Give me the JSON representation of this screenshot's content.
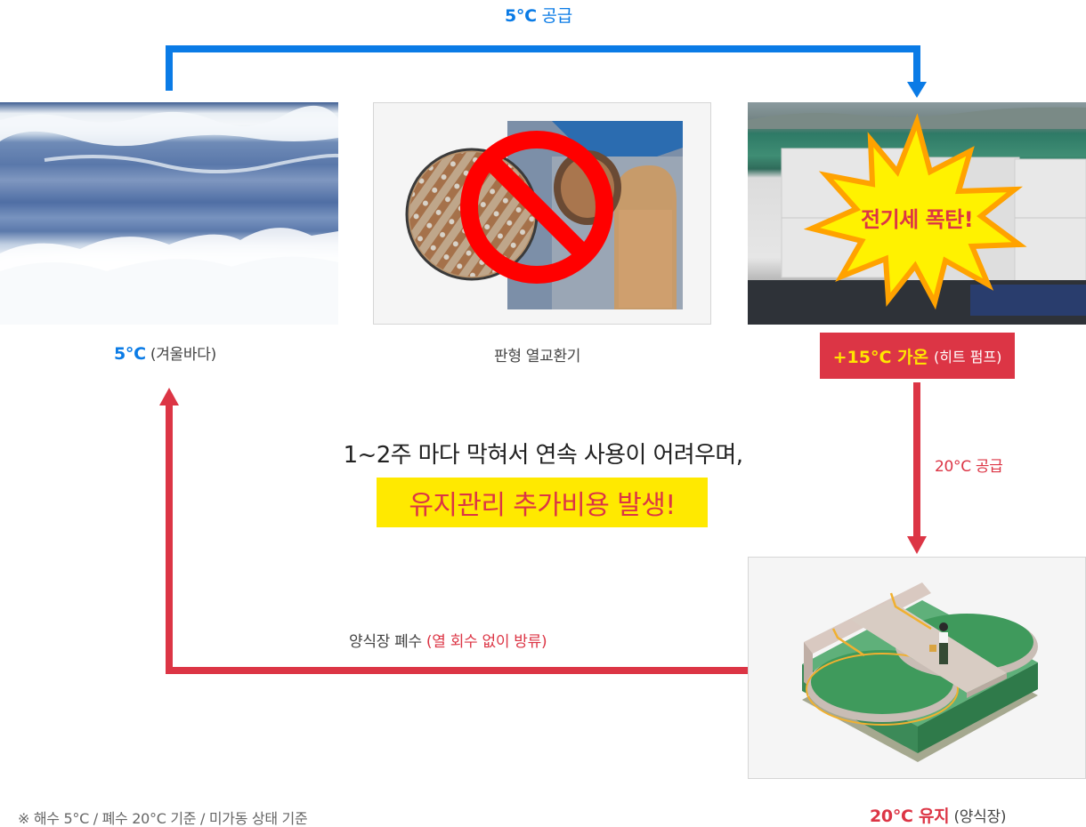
{
  "colors": {
    "supply_blue": "#0a7be6",
    "alert_red": "#dc3545",
    "highlight_yellow": "#ffe900",
    "burst_yellow": "#fff200",
    "burst_orange": "#ffa200"
  },
  "top_flow": {
    "label_value": "5°C",
    "label_text": "공급"
  },
  "nodes": {
    "seawater": {
      "image_icon": "ocean-waves-photo",
      "value": "5°C",
      "detail": "(겨울바다)"
    },
    "heat_exchanger": {
      "image_icon": "plate-heat-exchanger-photo",
      "overlay_icon": "prohibited-icon",
      "label": "판형 열교환기"
    },
    "heat_pump": {
      "image_icon": "heat-pump-photo",
      "burst_text": "전기세 폭탄!",
      "value": "+15°C 가온",
      "detail": "(히트 펌프)"
    },
    "fish_farm": {
      "image_icon": "fish-farm-illustration",
      "value": "20°C 유지",
      "detail": "(양식장)"
    }
  },
  "right_flow": {
    "label": "20°C 공급"
  },
  "bottom_flow": {
    "label_main": "양식장 폐수",
    "label_note": "(열 회수 없이 방류)"
  },
  "message": {
    "line1": "1~2주 마다 막혀서 연속 사용이 어려우며,",
    "line2": "유지관리 추가비용 발생!"
  },
  "footnote": "※ 해수 5°C / 폐수 20°C 기준 / 미가동 상태 기준"
}
